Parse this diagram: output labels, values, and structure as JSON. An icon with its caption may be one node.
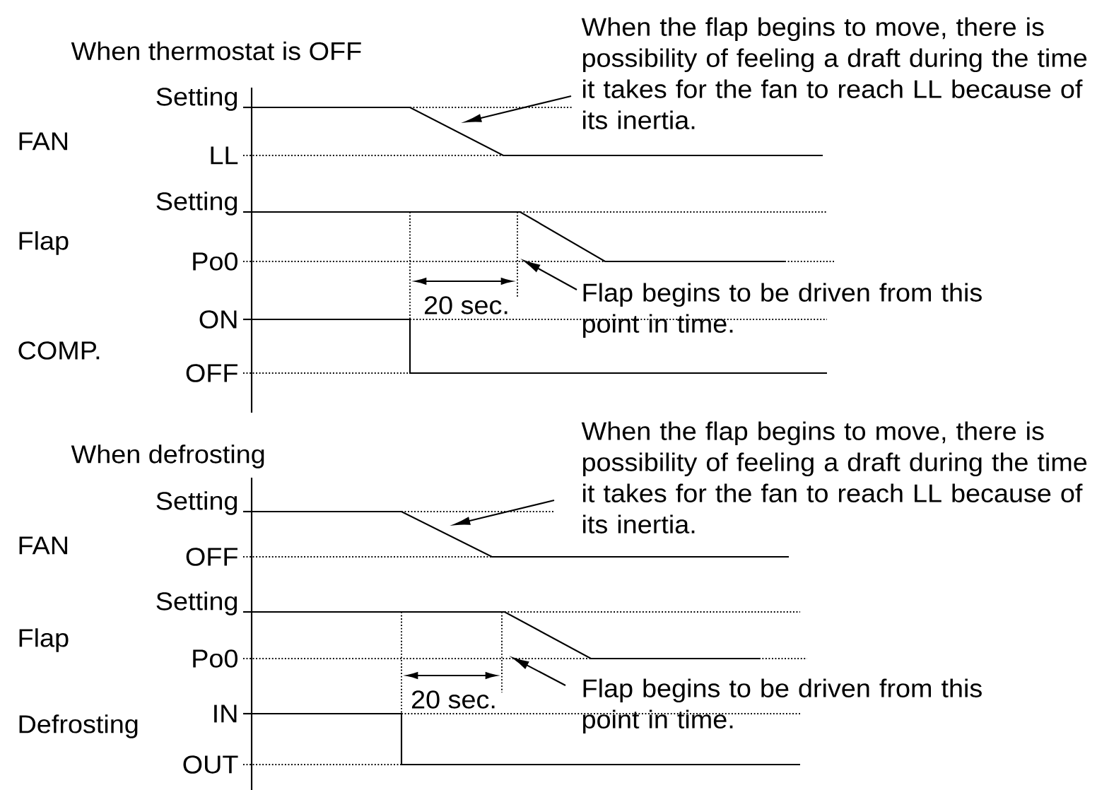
{
  "diagram": {
    "nodes": [
      {
        "text": [
          "When the flap begins to move, there is possibility of feeling a draft during the time it takes for the fan to reach LL because of its inertia."
        ]
      },
      {
        "text": [
          "Flap begins to be driven from this point in time."
        ]
      },
      {
        "text": [
          "When the flap begins to move, there is possibility of feeling a draft during the time it takes for the fan to reach LL because of its inertia."
        ]
      },
      {
        "text": [
          "Flap begins to be driven from this point in time."
        ]
      }
    ],
    "edges": [
      {
        "from": 0,
        "to": null,
        "arrow": "to"
      },
      {
        "from": 1,
        "to": null,
        "arrow": "to"
      },
      {
        "from": 2,
        "to": null,
        "arrow": "to"
      },
      {
        "from": 3,
        "to": null,
        "arrow": "to"
      }
    ],
    "labels": [
      "When thermostat is OFF",
      "Setting",
      "FAN",
      "LL",
      "Setting",
      "Flap",
      "Po0",
      "20 sec.",
      "ON",
      "COMP.",
      "OFF",
      "When defrosting",
      "Setting",
      "FAN",
      "OFF",
      "Setting",
      "Flap",
      "Po0",
      "20 sec.",
      "IN",
      "Defrosting",
      "OUT"
    ]
  }
}
